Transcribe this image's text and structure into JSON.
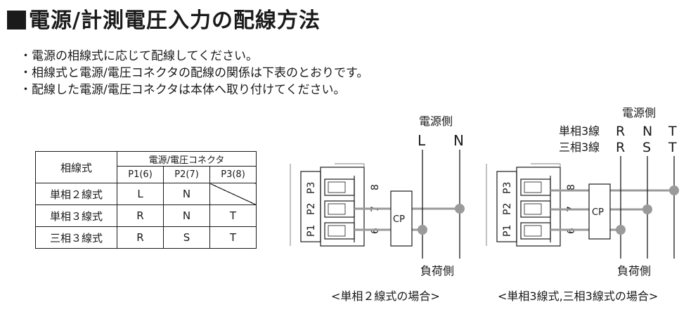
{
  "title": "電源/計測電圧入力の配線方法",
  "bullets": [
    "・電源の相線式に応じて配線してください。",
    "・相線式と電源/電圧コネクタの配線の関係は下表のとおりです。",
    "・配線した電源/電圧コネクタは本体へ取り付けてください。"
  ],
  "table": {
    "header_left": "相線式",
    "header_group": "電源/電圧コネクタ",
    "columns": [
      "P1(6)",
      "P2(7)",
      "P3(8)"
    ],
    "rows": [
      {
        "label": "単相２線式",
        "p1": "L",
        "p2": "N",
        "p3": ""
      },
      {
        "label": "単相３線式",
        "p1": "R",
        "p2": "N",
        "p3": "T"
      },
      {
        "label": "三相３線式",
        "p1": "R",
        "p2": "S",
        "p3": "T"
      }
    ]
  },
  "diagram1": {
    "source": "電源側",
    "terms": [
      "L",
      "N"
    ],
    "load": "負荷側",
    "cp": "CP",
    "pins": [
      "P1",
      "P2",
      "P3"
    ],
    "nums": [
      "6",
      "7",
      "8"
    ],
    "caption": "<単相２線式の場合>"
  },
  "diagram2": {
    "source": "電源側",
    "row1_label": "単相3線",
    "row1_terms": [
      "R",
      "N",
      "T"
    ],
    "row2_label": "三相3線",
    "row2_terms": [
      "R",
      "S",
      "T"
    ],
    "load": "負荷側",
    "cp": "CP",
    "pins": [
      "P1",
      "P2",
      "P3"
    ],
    "nums": [
      "6",
      "7",
      "8"
    ],
    "caption": "<単相3線式,三相3線式の場合>"
  }
}
